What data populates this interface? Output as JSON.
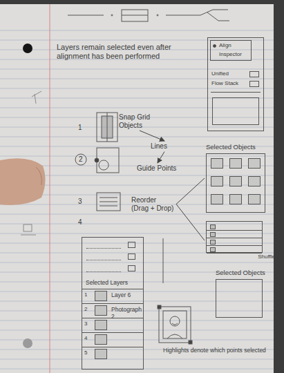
{
  "diagram": {
    "nodes": [
      {
        "text": [
          "Snap Grid Objects"
        ]
      },
      {
        "text": [
          "Lines"
        ]
      },
      {
        "text": [
          "Guide Points"
        ]
      },
      {
        "text": [
          "Reorder (Drag + Drop)"
        ]
      },
      {
        "text": [
          "Selected Objects"
        ]
      },
      {
        "text": [
          "Shuffle"
        ]
      },
      {
        "text": [
          "Selected Layers",
          "Layer 6",
          "Photograph 2"
        ]
      },
      {
        "text": [
          "Align",
          "Inspector",
          "Unified",
          "Flow Stack"
        ]
      },
      {
        "text": [
          "Selected Objects"
        ]
      }
    ],
    "edges": [
      {
        "from": 0,
        "to": 1,
        "arrow": "to"
      },
      {
        "from": 1,
        "to": 2,
        "arrow": "to"
      },
      {
        "from": 3,
        "to": 4,
        "arrow": "none"
      },
      {
        "from": 3,
        "to": 5,
        "arrow": "none"
      }
    ],
    "labels": [
      "Layers remain selected even after alignment has been performed",
      "1",
      "2",
      "3",
      "4",
      "1",
      "2",
      "3",
      "4",
      "5",
      "Highlights denote which points selected"
    ]
  }
}
